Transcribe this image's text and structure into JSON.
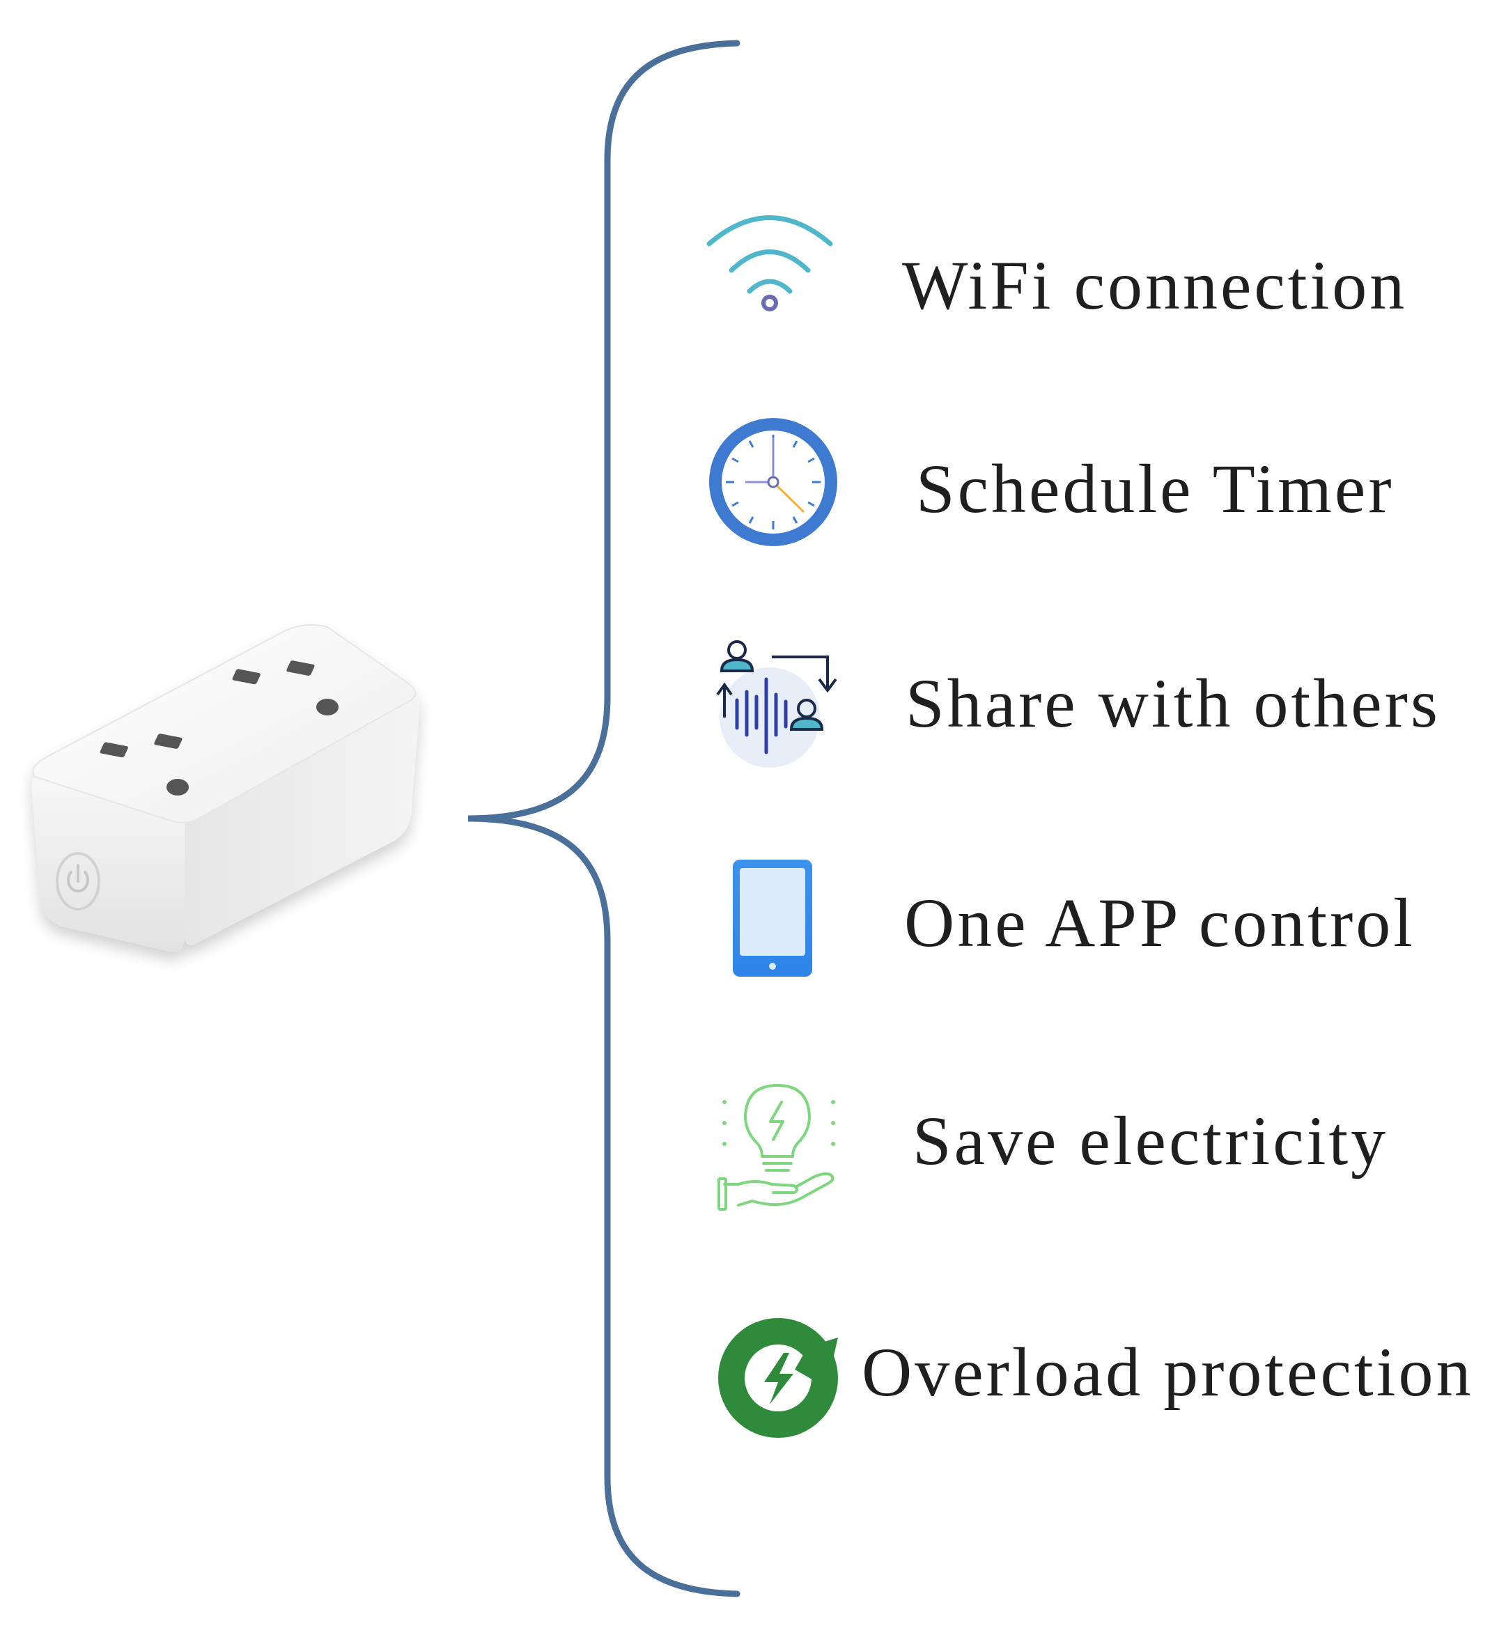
{
  "features": [
    {
      "label": "WiFi connection",
      "icon": "wifi-icon"
    },
    {
      "label": "Schedule Timer",
      "icon": "clock-icon"
    },
    {
      "label": "Share with others",
      "icon": "share-users-icon"
    },
    {
      "label": "One APP control",
      "icon": "smartphone-icon"
    },
    {
      "label": "Save electricity",
      "icon": "lightbulb-hand-icon"
    },
    {
      "label": "Overload protection",
      "icon": "overload-protection-icon"
    }
  ],
  "colors": {
    "brace": "#4a7099",
    "text": "#1f1f1f",
    "wifi_teal": "#4fb7c9",
    "wifi_purple": "#6a6bb5",
    "clock_blue": "#3d7ad0",
    "phone_blue": "#3d92ee",
    "bulb_green": "#7ed67e",
    "overload_green": "#2f8a3c"
  }
}
